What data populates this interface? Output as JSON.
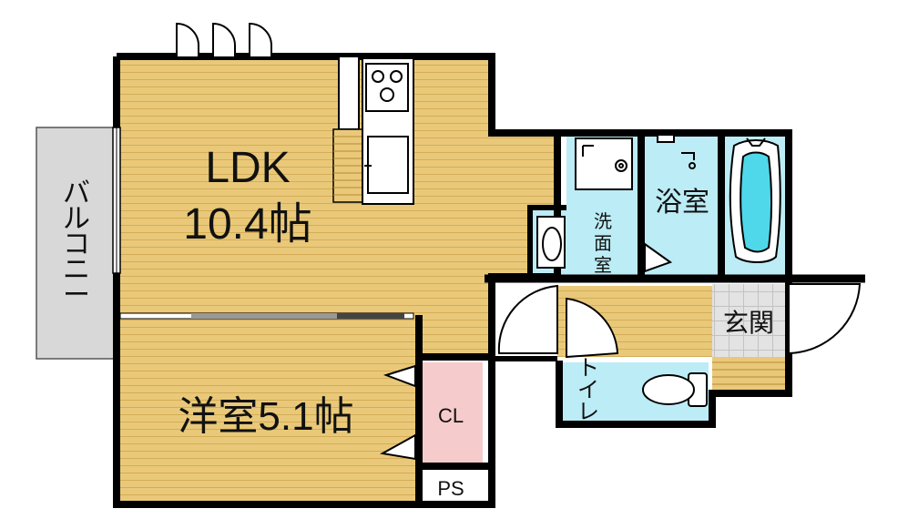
{
  "rooms": {
    "ldk": {
      "name": "LDK",
      "size": "10.4帖"
    },
    "western": {
      "name": "洋室",
      "size": "5.1帖"
    },
    "closet": "CL",
    "ps": "PS",
    "bath": "浴室",
    "wash_chars": [
      "洗",
      "面",
      "室"
    ],
    "entrance": "玄関",
    "toilet_chars": [
      "ト",
      "イ",
      "レ"
    ],
    "balcony_chars": [
      "バ",
      "ル",
      "コ",
      "ニ",
      "ー"
    ]
  },
  "colors": {
    "wood_floor": "#e9c979",
    "wood_line": "#d4ac56",
    "wet_area": "#bcecf5",
    "closet": "#f6cbcb",
    "balcony": "#d8d8d8",
    "entrance_tile": "#e3e3e3",
    "tub_water": "#4fd8ea",
    "wall": "#000000"
  }
}
